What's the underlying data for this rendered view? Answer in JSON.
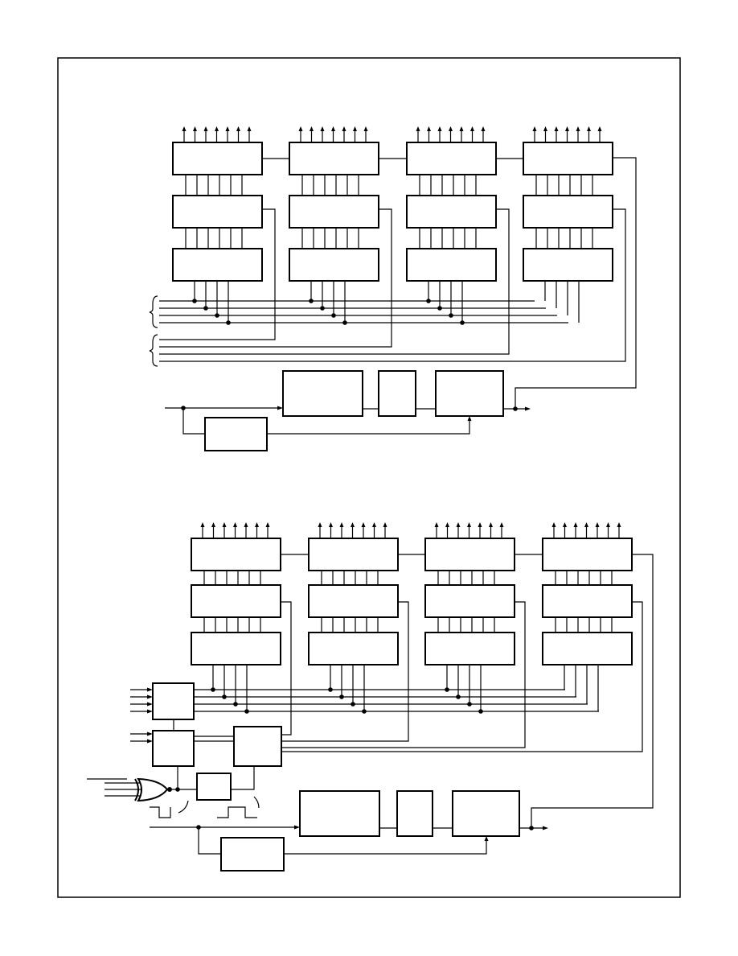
{
  "colors": {
    "line": "#000000",
    "background": "#ffffff"
  },
  "figures": [
    {
      "id": "upper-diagram",
      "columns": 4,
      "text": []
    },
    {
      "id": "lower-diagram",
      "columns": 4,
      "text": []
    }
  ]
}
